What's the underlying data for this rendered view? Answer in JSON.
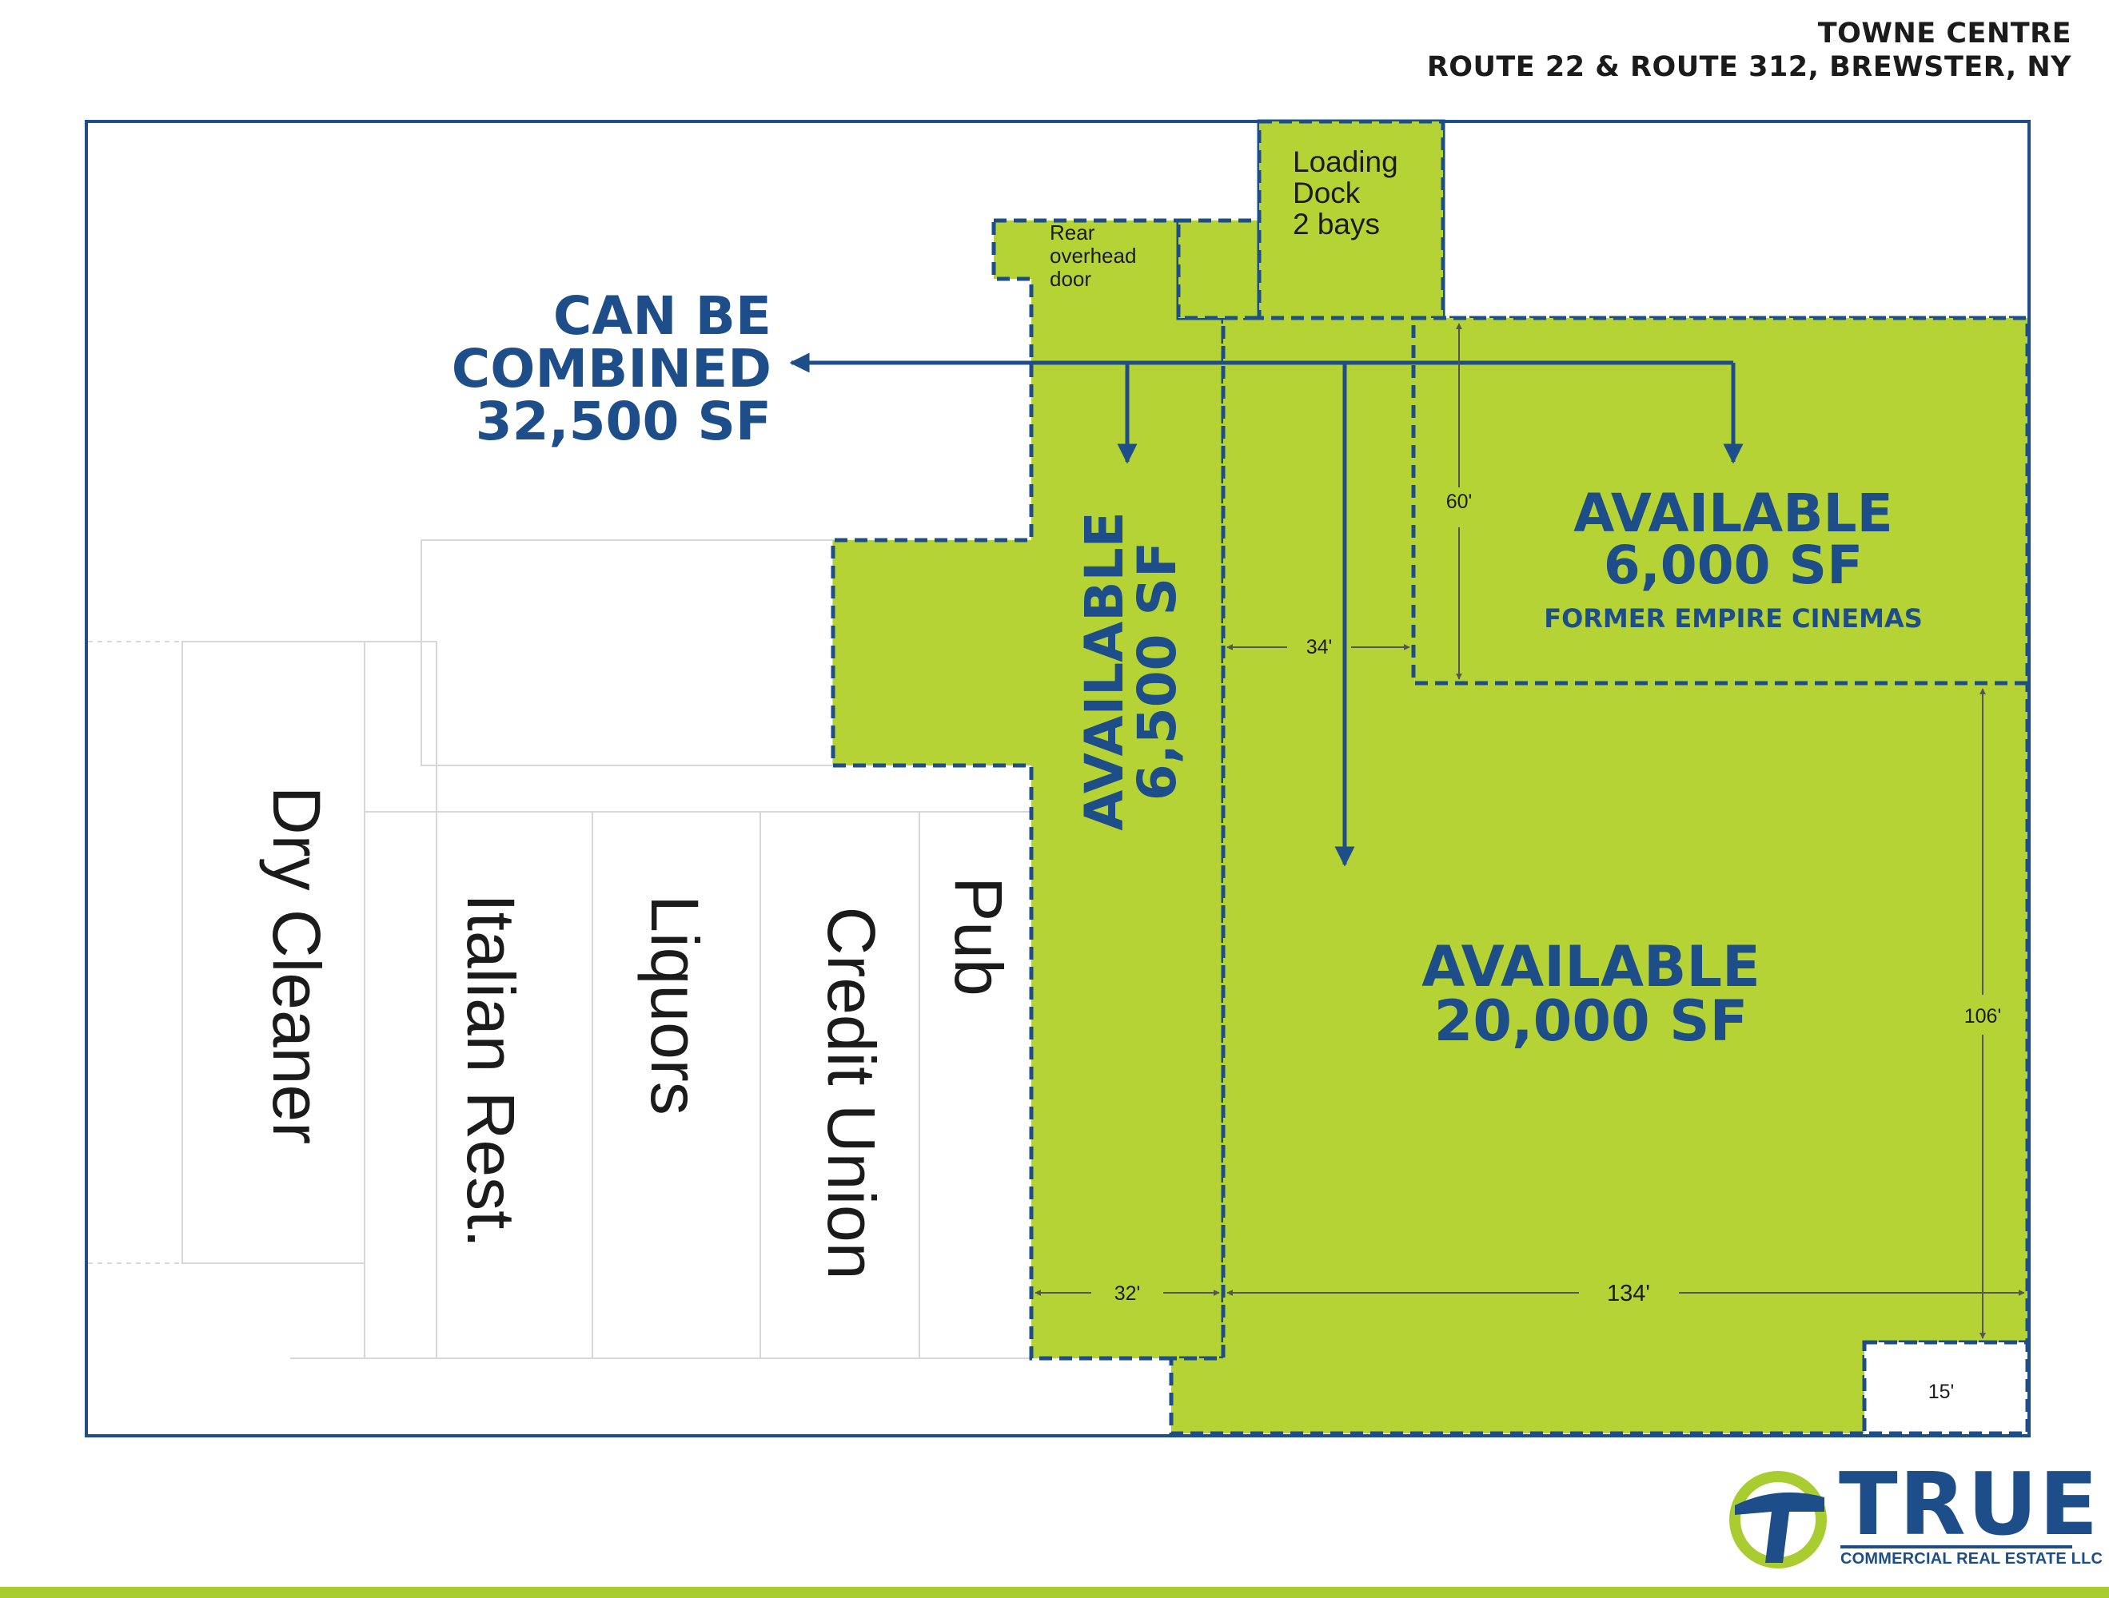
{
  "header": {
    "line1": "TOWNE CENTRE",
    "line2": "ROUTE 22 & ROUTE 312, BREWSTER, NY"
  },
  "callout": {
    "line1": "CAN BE",
    "line2": "COMBINED",
    "line3": "32,500 SF"
  },
  "loading_dock": {
    "line1": "Loading",
    "line2": "Dock",
    "line3": "2 bays"
  },
  "rear_door": {
    "line1": "Rear",
    "line2": "overhead",
    "line3": "door"
  },
  "space_6500": {
    "line1": "AVAILABLE",
    "line2": "6,500 SF"
  },
  "space_6000": {
    "line1": "AVAILABLE",
    "line2": "6,000 SF",
    "note": "FORMER EMPIRE CINEMAS"
  },
  "space_20000": {
    "line1": "AVAILABLE",
    "line2": "20,000 SF"
  },
  "tenants": [
    "Dry Cleaner",
    "Italian Rest.",
    "Liquors",
    "Credit Union",
    "Pub"
  ],
  "dimensions": {
    "d60": "60'",
    "d34": "34'",
    "d106": "106'",
    "d32": "32'",
    "d134": "134'",
    "d15": "15'"
  },
  "logo": {
    "word": "TRUE",
    "sub": "COMMERCIAL REAL ESTATE LLC"
  },
  "colors": {
    "available_fill": "#b5d334",
    "outline_blue": "#1d4e8a",
    "bar_green": "#a9cc30"
  }
}
